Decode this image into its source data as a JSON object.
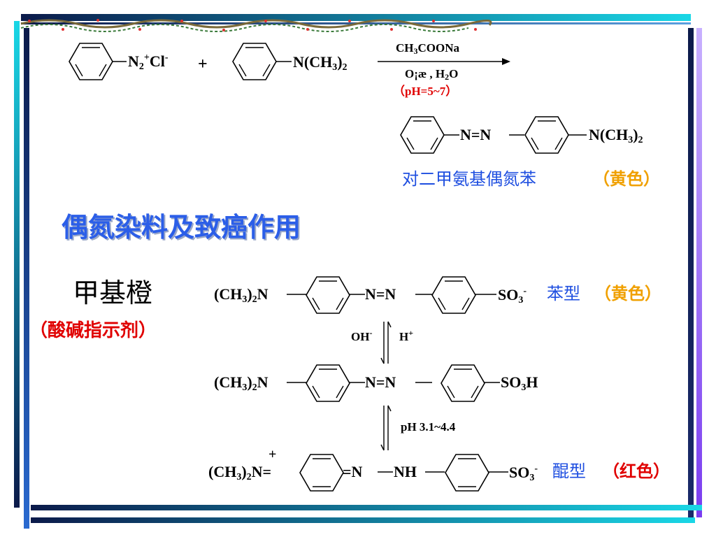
{
  "colors": {
    "blue_text": "#1f4fe0",
    "title_blue": "#2b5ee8",
    "orange": "#f0a000",
    "red": "#e00000",
    "frame_navy": "#0b1a4a",
    "frame_cyan": "#19d7e6",
    "frame_purple": "#7a3cf0"
  },
  "reaction1": {
    "reagent1_group": "N",
    "reagent1_sub": "2",
    "reagent1_sup": "+",
    "reagent1_counter": "Cl",
    "reagent1_counter_sup": "-",
    "plus": "+",
    "reagent2_group": "N(CH",
    "reagent2_sub": "3",
    "reagent2_close": ")",
    "reagent2_sub2": "2",
    "arrow_top_a": "CH",
    "arrow_top_sub": "3",
    "arrow_top_b": "COONa",
    "arrow_bottom_a": "O¡æ , H",
    "arrow_bottom_sub": "2",
    "arrow_bottom_b": "O",
    "ph_condition": "（pH=5~7）",
    "product_azo": "N=N",
    "product_group": "N(CH",
    "product_sub": "3",
    "product_close": ")",
    "product_sub2": "2",
    "product_name": "对二甲氨基偶氮苯",
    "product_color_label": "（黄色）"
  },
  "section_title": "偶氮染料及致癌作用",
  "methyl_orange": {
    "name": "甲基橙",
    "subtitle": "（酸碱指示剂）"
  },
  "structures": {
    "row1_left_a": "(CH",
    "row1_left_sub": "3",
    "row1_left_b": ")",
    "row1_left_sub2": "2",
    "row1_left_c": "N",
    "row1_azo": "N=N",
    "row1_right": "SO",
    "row1_right_sub": "3",
    "row1_right_sup": "-",
    "row1_type": "苯型",
    "row1_color": "（黄色）",
    "eq1_left": "OH",
    "eq1_left_sup": "-",
    "eq1_right": "H",
    "eq1_right_sup": "+",
    "row2_left_a": "(CH",
    "row2_left_sub": "3",
    "row2_left_b": ")",
    "row2_left_sub2": "2",
    "row2_left_c": "N",
    "row2_azo": "N=N",
    "row2_right_a": "SO",
    "row2_right_sub": "3",
    "row2_right_b": "H",
    "eq2_label": "pH 3.1~4.4",
    "row3_plus": "+",
    "row3_left_a": "(CH",
    "row3_left_sub": "3",
    "row3_left_b": ")",
    "row3_left_sub2": "2",
    "row3_left_c": "N=",
    "row3_mid": "=N",
    "row3_nh": "NH",
    "row3_right": "SO",
    "row3_right_sub": "3",
    "row3_right_sup": "-",
    "row3_type": "醌型",
    "row3_color": "（红色）"
  }
}
